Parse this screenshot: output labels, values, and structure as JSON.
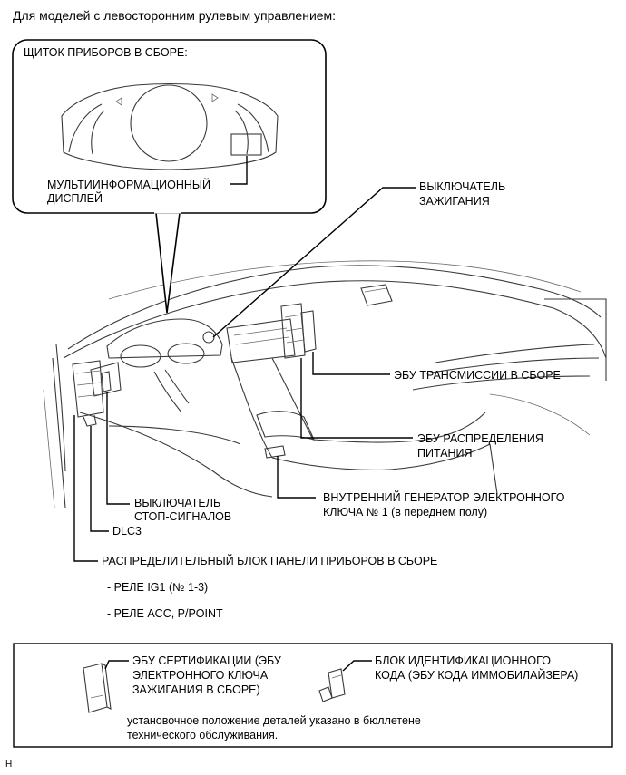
{
  "header": {
    "title": "Для моделей с левосторонним рулевым управлением:"
  },
  "callout": {
    "title": "ЩИТОК ПРИБОРОВ В СБОРЕ:",
    "display_label": [
      "МУЛЬТИИНФОРМАЦИОННЫЙ",
      "ДИСПЛЕЙ"
    ]
  },
  "labels": {
    "ignition_switch": [
      "ВЫКЛЮЧАТЕЛЬ",
      "ЗАЖИГАНИЯ"
    ],
    "transmission_ecu": "ЭБУ ТРАНСМИССИИ В СБОРЕ",
    "power_distribution_ecu": [
      "ЭБУ РАСПРЕДЕЛЕНИЯ",
      "ПИТАНИЯ"
    ],
    "key_oscillator": [
      "ВНУТРЕННИЙ ГЕНЕРАТОР ЭЛЕКТРОННОГО",
      "КЛЮЧА № 1 (в переднем полу)"
    ],
    "stop_light_switch": [
      "ВЫКЛЮЧАТЕЛЬ",
      "СТОП-СИГНАЛОВ"
    ],
    "dlc3": "DLC3",
    "junction_block": "РАСПРЕДЕЛИТЕЛЬНЫЙ БЛОК ПАНЕЛИ ПРИБОРОВ В СБОРЕ",
    "relay_1": "- РЕЛЕ IG1 (№ 1-3)",
    "relay_2": "- РЕЛЕ ACC, P/POINT"
  },
  "legend_box": {
    "certification_ecu": [
      "ЭБУ СЕРТИФИКАЦИИ (ЭБУ",
      "ЭЛЕКТРОННОГО КЛЮЧА",
      "ЗАЖИГАНИЯ В СБОРЕ)"
    ],
    "id_code_box": [
      "БЛОК ИДЕНТИФИКАЦИОННОГО",
      "КОДА (ЭБУ КОДА ИММОБИЛАЙЗЕРА)"
    ],
    "note": [
      "установочное положение деталей указано в бюллетене",
      "технического обслуживания."
    ]
  },
  "footer": {
    "code": "H"
  }
}
